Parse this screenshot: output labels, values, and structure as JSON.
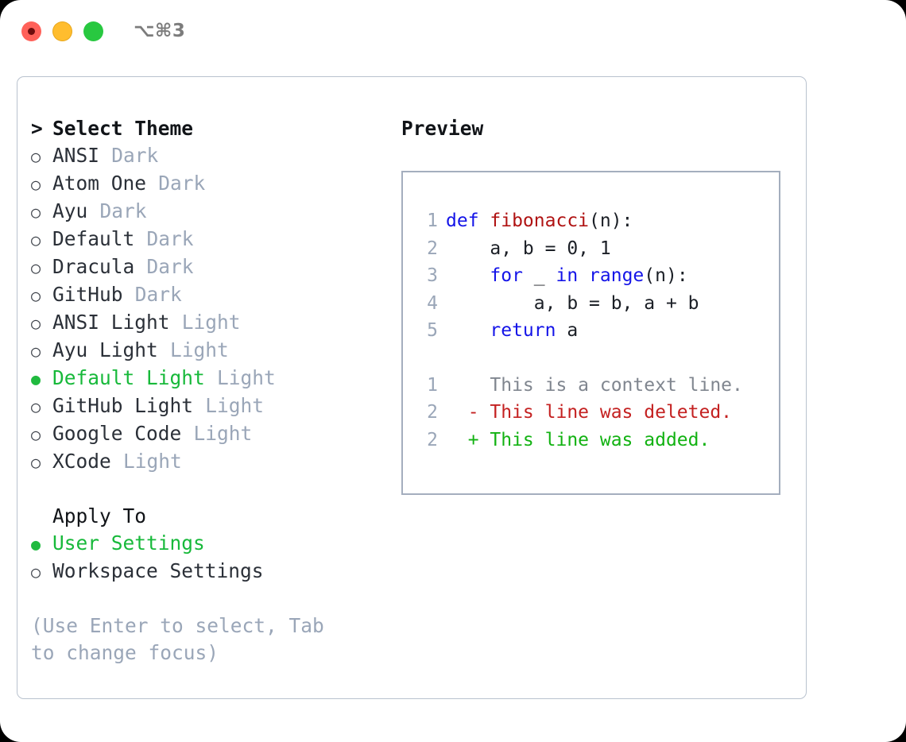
{
  "titlebar": {
    "shortcut": "⌥⌘3",
    "buttons": {
      "close": "close-button",
      "minimize": "minimize-button",
      "maximize": "maximize-button"
    }
  },
  "left": {
    "heading": "Select Theme",
    "caret": ">",
    "bullet_on": "●",
    "bullet_off": "○",
    "themes": [
      {
        "name": "ANSI",
        "tag": "Dark",
        "selected": false
      },
      {
        "name": "Atom One",
        "tag": "Dark",
        "selected": false
      },
      {
        "name": "Ayu",
        "tag": "Dark",
        "selected": false
      },
      {
        "name": "Default",
        "tag": "Dark",
        "selected": false
      },
      {
        "name": "Dracula",
        "tag": "Dark",
        "selected": false
      },
      {
        "name": "GitHub",
        "tag": "Dark",
        "selected": false
      },
      {
        "name": "ANSI Light",
        "tag": "Light",
        "selected": false
      },
      {
        "name": "Ayu Light",
        "tag": "Light",
        "selected": false
      },
      {
        "name": "Default Light",
        "tag": "Light",
        "selected": true
      },
      {
        "name": "GitHub Light",
        "tag": "Light",
        "selected": false
      },
      {
        "name": "Google Code",
        "tag": "Light",
        "selected": false
      },
      {
        "name": "XCode",
        "tag": "Light",
        "selected": false
      }
    ],
    "apply_to_heading": "Apply To",
    "apply_to": [
      {
        "name": "User Settings",
        "selected": true
      },
      {
        "name": "Workspace Settings",
        "selected": false
      }
    ],
    "hint": "(Use Enter to select, Tab to change focus)"
  },
  "preview": {
    "title": "Preview",
    "code": [
      {
        "lno": "1",
        "tokens": [
          {
            "t": "def ",
            "c": "kw"
          },
          {
            "t": "fibonacci",
            "c": "fn"
          },
          {
            "t": "(n):",
            "c": "plain"
          }
        ]
      },
      {
        "lno": "2",
        "tokens": [
          {
            "t": "    a, b = 0, 1",
            "c": "plain"
          }
        ]
      },
      {
        "lno": "3",
        "tokens": [
          {
            "t": "    ",
            "c": "plain"
          },
          {
            "t": "for",
            "c": "kw"
          },
          {
            "t": " _ ",
            "c": "plain"
          },
          {
            "t": "in",
            "c": "kw"
          },
          {
            "t": " ",
            "c": "plain"
          },
          {
            "t": "range",
            "c": "kw"
          },
          {
            "t": "(n):",
            "c": "plain"
          }
        ]
      },
      {
        "lno": "4",
        "tokens": [
          {
            "t": "        a, b = b, a + b",
            "c": "plain"
          }
        ]
      },
      {
        "lno": "5",
        "tokens": [
          {
            "t": "    ",
            "c": "plain"
          },
          {
            "t": "return",
            "c": "kw"
          },
          {
            "t": " a",
            "c": "plain"
          }
        ]
      }
    ],
    "diff": [
      {
        "lno": "1",
        "marker": " ",
        "text": " This is a context line.",
        "kind": "ctx"
      },
      {
        "lno": "2",
        "marker": "-",
        "text": " This line was deleted.",
        "kind": "del"
      },
      {
        "lno": "2",
        "marker": "+",
        "text": " This line was added.",
        "kind": "add"
      }
    ]
  },
  "colors": {
    "accent_green": "#17b93a",
    "keyword_blue": "#1414e8",
    "function_red": "#b01313",
    "diff_delete": "#c42121",
    "diff_add": "#12b212",
    "muted": "#9aa6b8",
    "border": "#b9c2ce"
  }
}
